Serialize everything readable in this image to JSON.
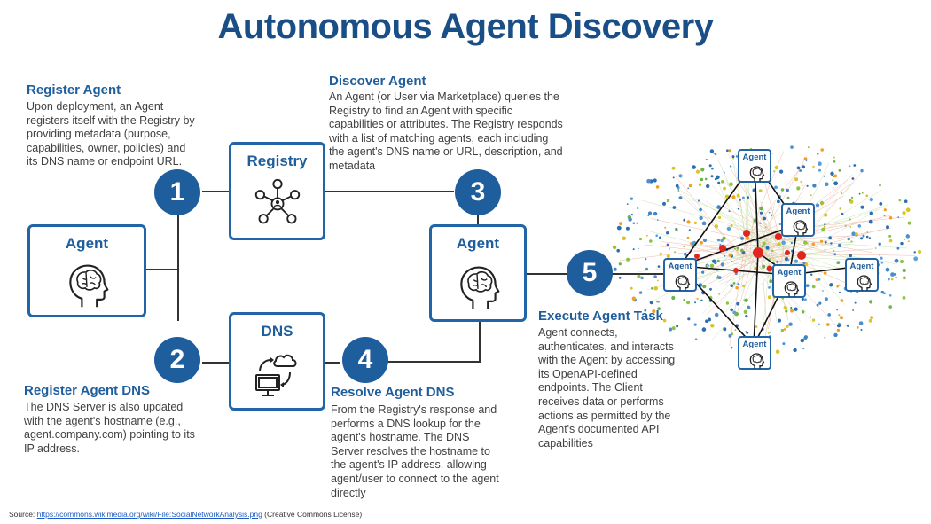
{
  "title": "Autonomous Agent Discovery",
  "steps": [
    {
      "number": "1",
      "heading": "Register Agent",
      "text": "Upon deployment, an Agent registers itself with the Registry by providing metadata (purpose, capabilities, owner, policies) and its DNS name or endpoint URL."
    },
    {
      "number": "2",
      "heading": "Register Agent DNS",
      "text": "The DNS Server is also updated with the agent's hostname (e.g., agent.company.com) pointing to its IP address."
    },
    {
      "number": "3",
      "heading": "Discover Agent",
      "text": "An Agent (or User via Marketplace) queries the Registry to find an Agent with specific capabilities or attributes. The Registry responds with a list of matching agents, each including the agent's DNS name or URL, description, and metadata"
    },
    {
      "number": "4",
      "heading": "Resolve Agent DNS",
      "text": "From the Registry's response and performs a DNS lookup for the agent's hostname. The DNS Server resolves the hostname to the agent's IP address, allowing agent/user to connect to the agent directly"
    },
    {
      "number": "5",
      "heading": "Execute Agent Task",
      "text": "Agent connects, authenticates, and interacts with the Agent by accessing its OpenAPI-defined endpoints. The Client receives data or performs actions as permitted by the Agent's documented API capabilities"
    }
  ],
  "boxes": {
    "agent_left": "Agent",
    "registry": "Registry",
    "dns": "DNS",
    "agent_right": "Agent"
  },
  "network_nodes": [
    "Agent",
    "Agent",
    "Agent",
    "Agent",
    "Agent",
    "Agent"
  ],
  "source": {
    "prefix": "Source: ",
    "link": "https://commons.wikimedia.org/wiki/File:SocialNetworkAnalysis.png",
    "suffix": " (Creative Commons License)"
  },
  "colors": {
    "primary": "#1f5e9c",
    "border": "#2265a7",
    "title": "#1a4e86"
  }
}
